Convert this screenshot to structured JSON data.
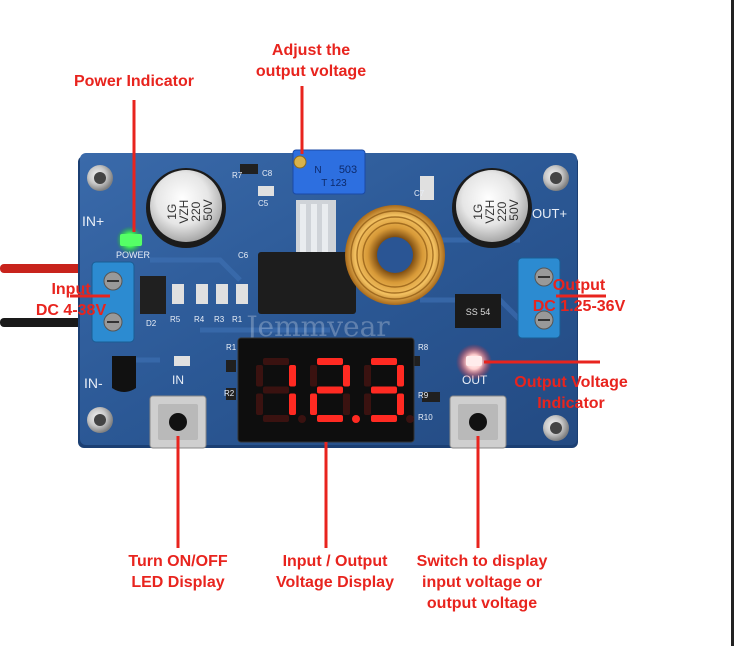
{
  "labels": {
    "adjust": [
      "Adjust the",
      "output voltage"
    ],
    "power": "Power Indicator",
    "input": [
      "Input",
      "DC 4-38V"
    ],
    "output": [
      "Output",
      "DC 1.25-36V"
    ],
    "out_indicator": [
      "Output Voltage",
      "Indicator"
    ],
    "turn_on": [
      "Turn ON/OFF",
      "LED Display"
    ],
    "display": [
      "Input / Output",
      "Voltage Display"
    ],
    "switch": [
      "Switch to display",
      "input voltage or",
      "output voltage"
    ]
  },
  "board": {
    "in_plus": "IN+",
    "in_minus": "IN-",
    "out_plus": "OUT+",
    "power_led": "POWER",
    "in_btn": "IN",
    "out_btn": "OUT",
    "cap1": [
      "1G",
      "VZH",
      "220",
      "50V"
    ],
    "cap2": [
      "1G",
      "VZH",
      "220",
      "50V"
    ],
    "pot": [
      "503",
      "N",
      "T 123"
    ],
    "digits": "12.3",
    "diode_text": "SS 54",
    "watermark": "Jemmvear",
    "silk": {
      "c8": "C8",
      "r7": "R7",
      "c5": "C5",
      "c6": "C6",
      "c7": "C7",
      "d2": "D2",
      "r5": "R5",
      "r4": "R4",
      "r3": "R3",
      "r1": "R1",
      "r1b": "R1",
      "r2": "R2",
      "r8": "R8",
      "r9": "R9",
      "r10": "R10"
    }
  },
  "colors": {
    "pcb": "#2d5b9a",
    "pcb_dark": "#1e4479",
    "label_red": "#e8241e",
    "segment_on": "#ff2a22",
    "led_green": "#44ff55"
  }
}
